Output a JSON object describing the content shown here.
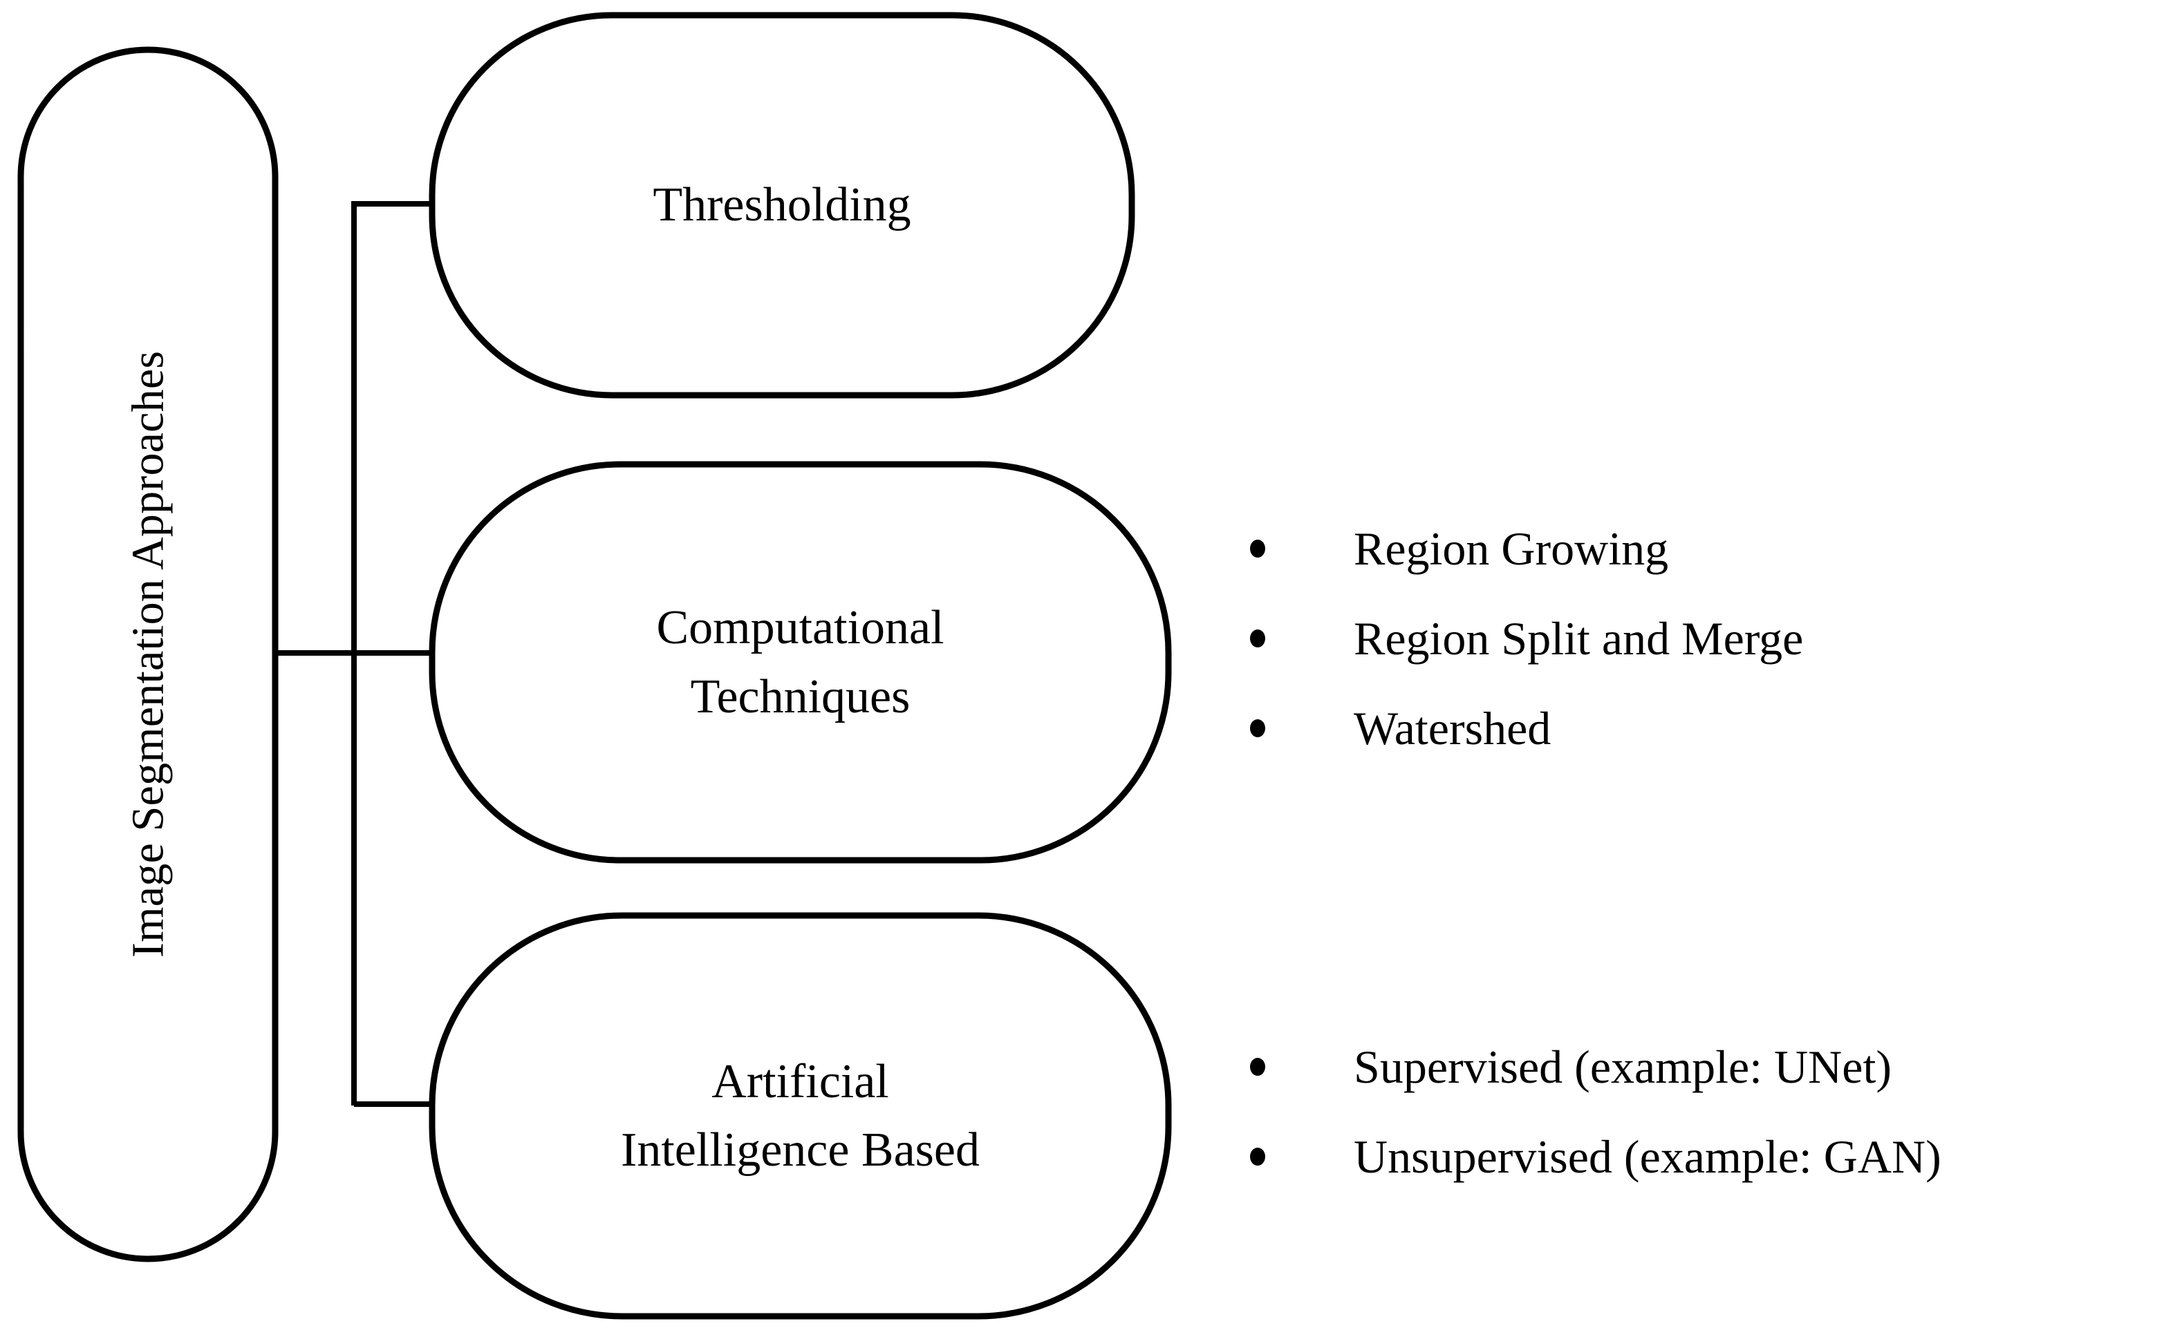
{
  "diagram": {
    "title": "Image Segmentation Approaches",
    "type": "hierarchy-tree",
    "colors": {
      "stroke": "#000000",
      "background": "#ffffff",
      "text": "#000000"
    },
    "root": {
      "label": "Image Segmentation Approaches",
      "orientation": "vertical-rotated-90-ccw"
    },
    "branches": [
      {
        "label": "Thresholding",
        "children": []
      },
      {
        "label": "Computational\nTechniques",
        "children": [
          "Region Growing",
          "Region Split and Merge",
          "Watershed"
        ]
      },
      {
        "label": "Artificial\nIntelligence Based",
        "children": [
          "Supervised (example: UNet)",
          "Unsupervised (example: GAN)"
        ]
      }
    ]
  }
}
